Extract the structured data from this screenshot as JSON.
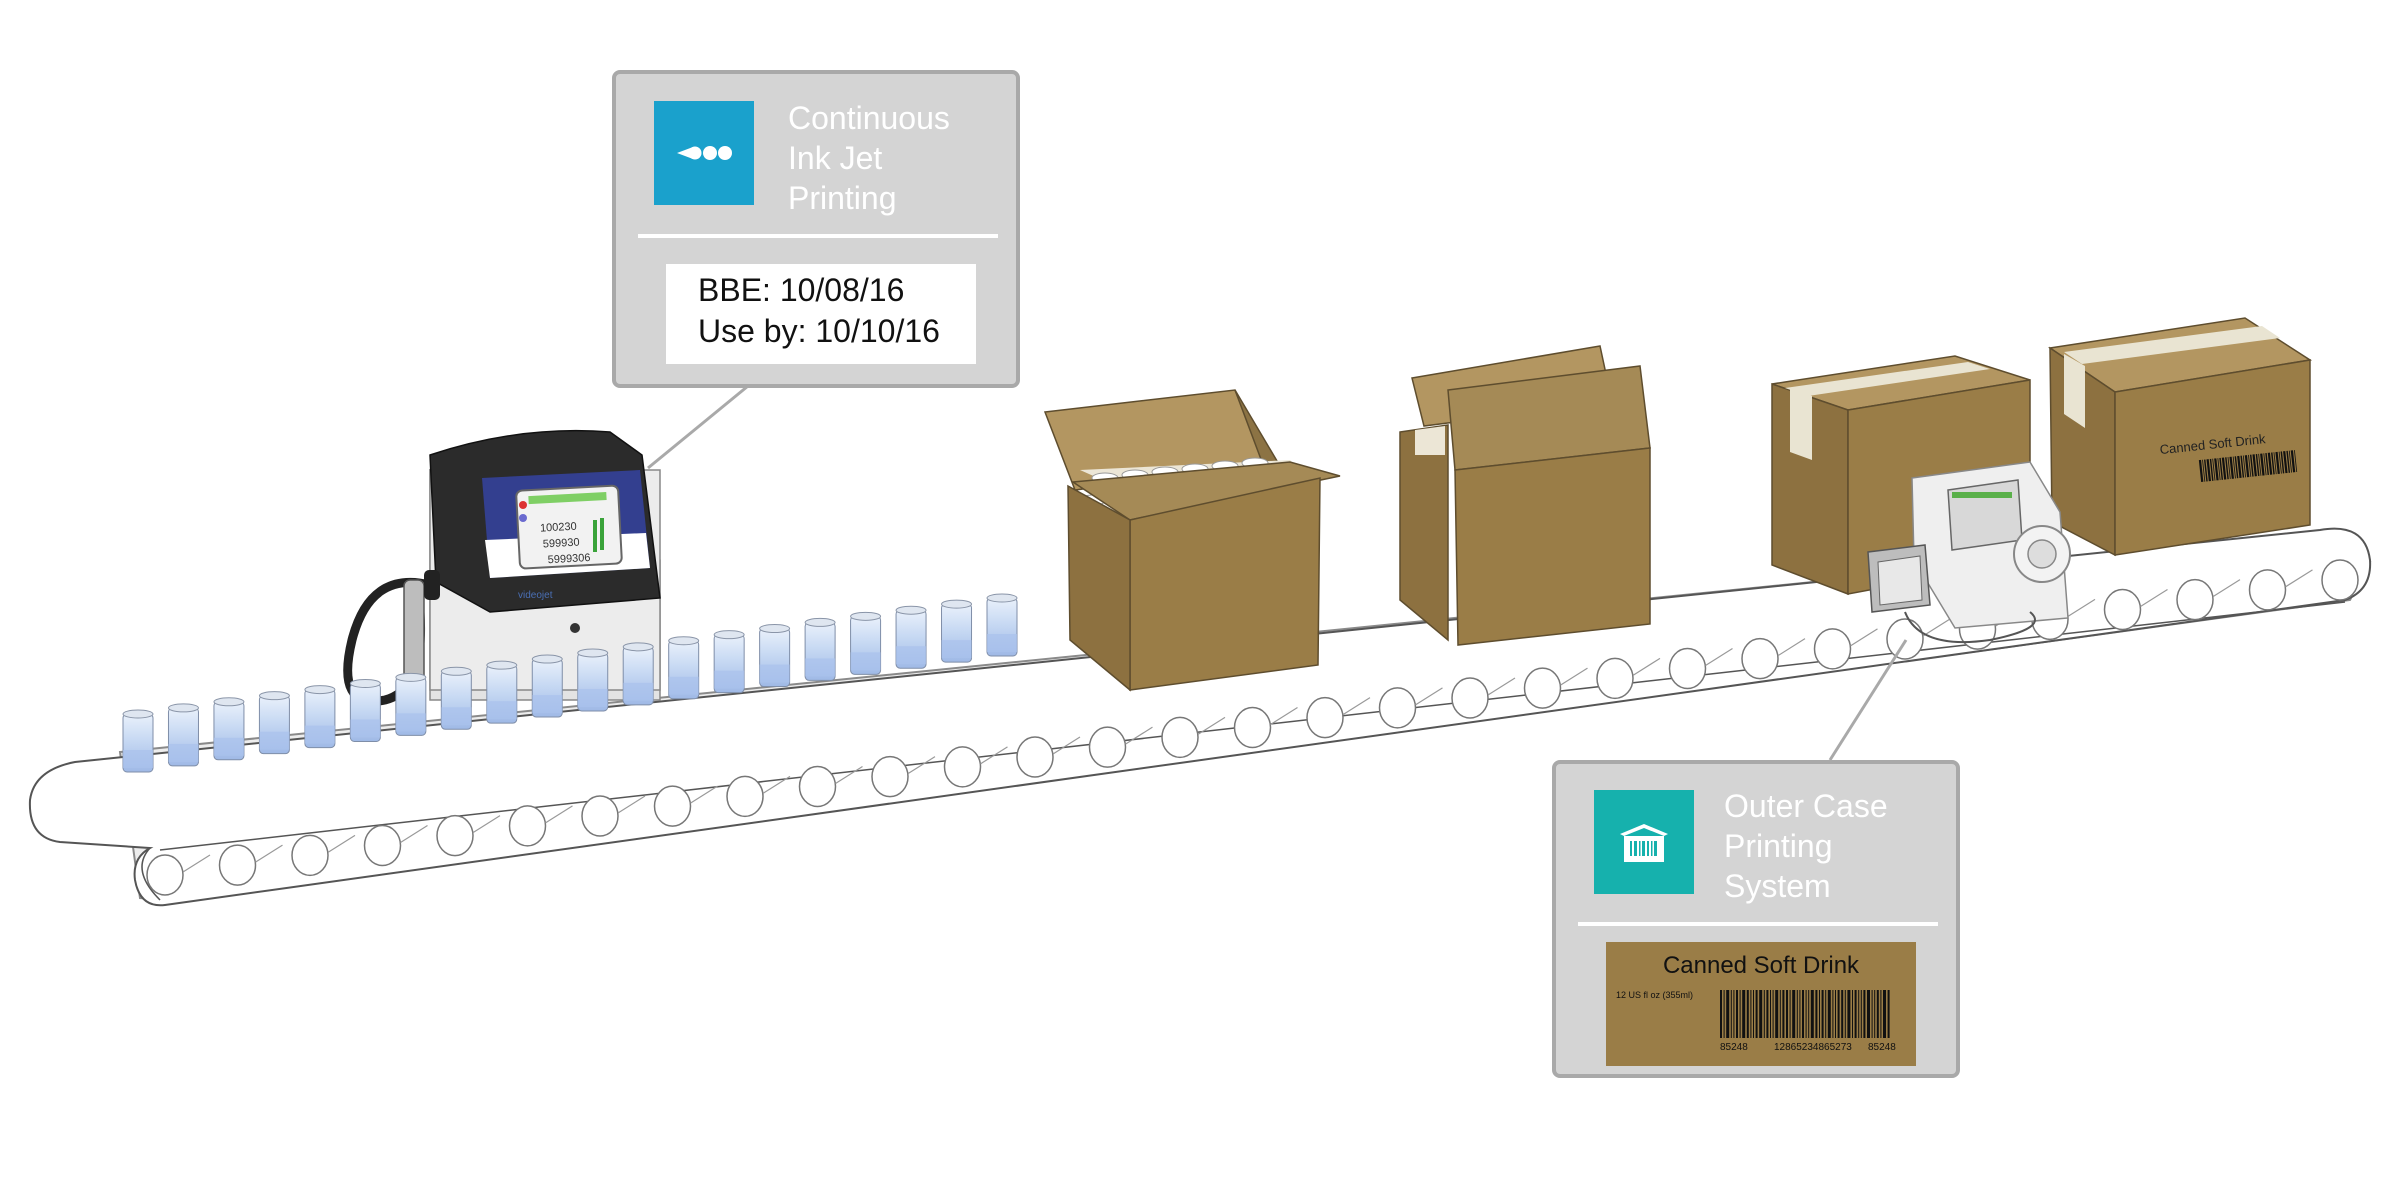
{
  "callouts": {
    "cij": {
      "title_lines": [
        "Continuous",
        "Ink Jet",
        "Printing"
      ],
      "icon": "ink-drops-icon",
      "tile_color": "#1aa1cc",
      "label_lines": [
        "BBE: 10/08/16",
        "Use by: 10/10/16"
      ]
    },
    "ocp": {
      "title_lines": [
        "Outer Case",
        "Printing",
        "System"
      ],
      "icon": "box-barcode-icon",
      "tile_color": "#16b1ad",
      "case_title": "Canned Soft Drink",
      "case_size": "12 US fl oz (355ml)",
      "barcode_numbers": [
        "85248",
        "12865234865273",
        "85248"
      ],
      "label_color": "#9a7d47"
    }
  },
  "printer_screen": {
    "lines": [
      "100230",
      "599930",
      "5999306"
    ],
    "brand": "videojet"
  },
  "box_print": {
    "title": "Canned Soft Drink"
  },
  "colors": {
    "cardboard": "#9a7d47",
    "can_blue": "#b7cdf0",
    "callout_bg": "#d4d4d4"
  }
}
